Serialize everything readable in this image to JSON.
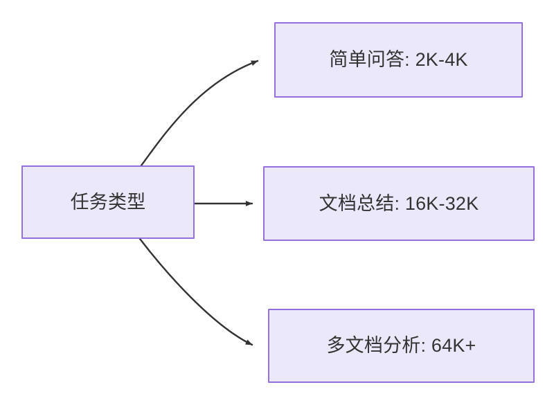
{
  "diagram": {
    "type": "flowchart",
    "direction": "left-to-right",
    "background_color": "#ffffff",
    "node_fill_color": "#ebe8fb",
    "node_border_color": "#9370db",
    "node_text_color": "#333333",
    "edge_color": "#333333",
    "nodes": {
      "root": {
        "label": "任务类型",
        "id": "node-root"
      },
      "branch_1": {
        "label": "简单问答: 2K-4K",
        "id": "node-simple-qa"
      },
      "branch_2": {
        "label": "文档总结: 16K-32K",
        "id": "node-doc-summary"
      },
      "branch_3": {
        "label": "多文档分析: 64K+",
        "id": "node-multi-doc"
      }
    },
    "edges": [
      {
        "from": "root",
        "to": "branch_1",
        "style": "curved",
        "arrowhead": "solid-triangle",
        "label": ""
      },
      {
        "from": "root",
        "to": "branch_2",
        "style": "straight",
        "arrowhead": "solid-triangle",
        "label": ""
      },
      {
        "from": "root",
        "to": "branch_3",
        "style": "curved",
        "arrowhead": "solid-triangle",
        "label": ""
      }
    ]
  }
}
